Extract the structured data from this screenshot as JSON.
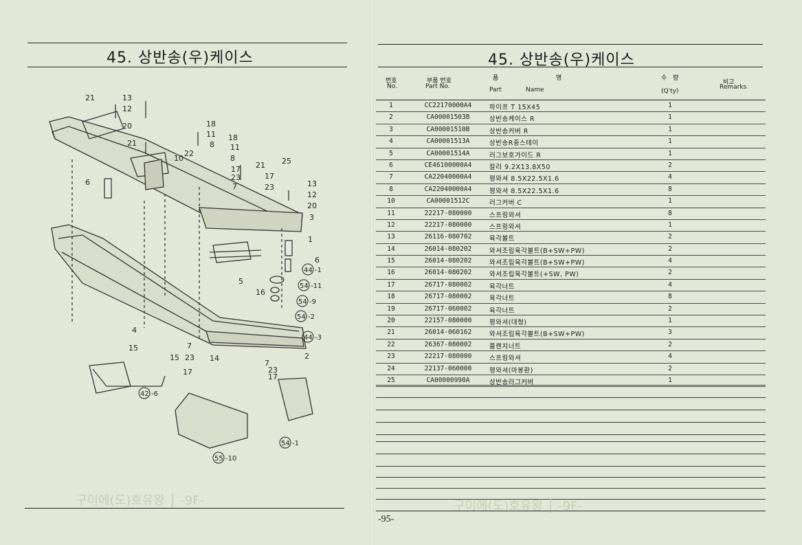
{
  "left_page": {
    "title": "45. 상반송(우)케이스"
  },
  "right_page": {
    "title": "45. 상반송(우)케이스",
    "page_number": "-95-"
  },
  "table": {
    "header": {
      "no_ko": "번호",
      "no_en": "No.",
      "part_no_ko": "부품 번호",
      "part_no_en": "Part  No.",
      "name_ko_1": "품",
      "name_ko_2": "명",
      "part_en": "Part",
      "name_en": "Name",
      "qty_ko": "수 량",
      "qty_en": "(Q'ty)",
      "remarks_ko": "비고",
      "remarks_en": "Remarks"
    },
    "rows": [
      {
        "no": "1",
        "part_no": "CC22170000A4",
        "name": "파이프 T 15X45",
        "qty": "1",
        "remarks": ""
      },
      {
        "no": "2",
        "part_no": "CA00001503B",
        "name": "상반송케이스 R",
        "qty": "1",
        "remarks": ""
      },
      {
        "no": "3",
        "part_no": "CA00001510B",
        "name": "상반송커버 R",
        "qty": "1",
        "remarks": ""
      },
      {
        "no": "4",
        "part_no": "CA00001513A",
        "name": "상반송R중스테이",
        "qty": "1",
        "remarks": ""
      },
      {
        "no": "5",
        "part_no": "CA00001514A",
        "name": "러그보호가이드 R",
        "qty": "1",
        "remarks": ""
      },
      {
        "no": "6",
        "part_no": "CE46100000A4",
        "name": "칼리 9.2X13.8X50",
        "qty": "2",
        "remarks": ""
      },
      {
        "no": "7",
        "part_no": "CA22040000A4",
        "name": "평와셔 8.5X22.5X1.6",
        "qty": "4",
        "remarks": ""
      },
      {
        "no": "8",
        "part_no": "CA22040000A4",
        "name": "평와셔 8.5X22.5X1.6",
        "qty": "8",
        "remarks": ""
      },
      {
        "no": "10",
        "part_no": "CA00001512C",
        "name": "러그커버 C",
        "qty": "1",
        "remarks": ""
      },
      {
        "no": "11",
        "part_no": "22217-080000",
        "name": "스프링와셔",
        "qty": "8",
        "remarks": ""
      },
      {
        "no": "12",
        "part_no": "22217-080000",
        "name": "스프링와셔",
        "qty": "1",
        "remarks": ""
      },
      {
        "no": "13",
        "part_no": "26116-080702",
        "name": "육각볼트",
        "qty": "2",
        "remarks": ""
      },
      {
        "no": "14",
        "part_no": "26014-080202",
        "name": "와셔조립육각볼트(B+SW+PW)",
        "qty": "2",
        "remarks": ""
      },
      {
        "no": "15",
        "part_no": "26014-080202",
        "name": "와셔조립육각볼트(B+SW+PW)",
        "qty": "4",
        "remarks": ""
      },
      {
        "no": "16",
        "part_no": "26014-080202",
        "name": "와셔조립육각볼트(+SW, PW)",
        "qty": "2",
        "remarks": ""
      },
      {
        "no": "17",
        "part_no": "26717-080002",
        "name": "육각너트",
        "qty": "4",
        "remarks": ""
      },
      {
        "no": "18",
        "part_no": "26717-080002",
        "name": "육각너트",
        "qty": "8",
        "remarks": ""
      },
      {
        "no": "19",
        "part_no": "26717-060002",
        "name": "육각너트",
        "qty": "2",
        "remarks": ""
      },
      {
        "no": "20",
        "part_no": "22157-080000",
        "name": "평와셔(대형)",
        "qty": "1",
        "remarks": ""
      },
      {
        "no": "21",
        "part_no": "26014-060162",
        "name": "와셔조립육각볼트(B+SW+PW)",
        "qty": "3",
        "remarks": ""
      },
      {
        "no": "22",
        "part_no": "26367-080002",
        "name": "플랜지너트",
        "qty": "2",
        "remarks": ""
      },
      {
        "no": "23",
        "part_no": "22217-080000",
        "name": "스프링와셔",
        "qty": "4",
        "remarks": ""
      },
      {
        "no": "24",
        "part_no": "22137-060000",
        "name": "평와셔(마봉환)",
        "qty": "2",
        "remarks": ""
      },
      {
        "no": "25",
        "part_no": "CA00000990A",
        "name": "상반송러그커버",
        "qty": "1",
        "remarks": ""
      }
    ]
  },
  "diagram": {
    "callouts": [
      "21",
      "13",
      "12",
      "20",
      "18",
      "11",
      "18",
      "21",
      "22",
      "10",
      "8",
      "11",
      "8",
      "17",
      "21",
      "25",
      "23",
      "7",
      "17",
      "23",
      "13",
      "12",
      "20",
      "3",
      "6",
      "1",
      "6",
      "5",
      "16",
      "4",
      "15",
      "15",
      "7",
      "23",
      "14",
      "17",
      "7",
      "23",
      "17",
      "2"
    ],
    "circled": [
      {
        "num": "44",
        "suffix": "-1"
      },
      {
        "num": "54",
        "suffix": "-11"
      },
      {
        "num": "54",
        "suffix": "-9"
      },
      {
        "num": "54",
        "suffix": "-2"
      },
      {
        "num": "44",
        "suffix": "-3"
      },
      {
        "num": "42",
        "suffix": "-6"
      },
      {
        "num": "54",
        "suffix": "-1"
      },
      {
        "num": "55",
        "suffix": "-10"
      }
    ]
  }
}
